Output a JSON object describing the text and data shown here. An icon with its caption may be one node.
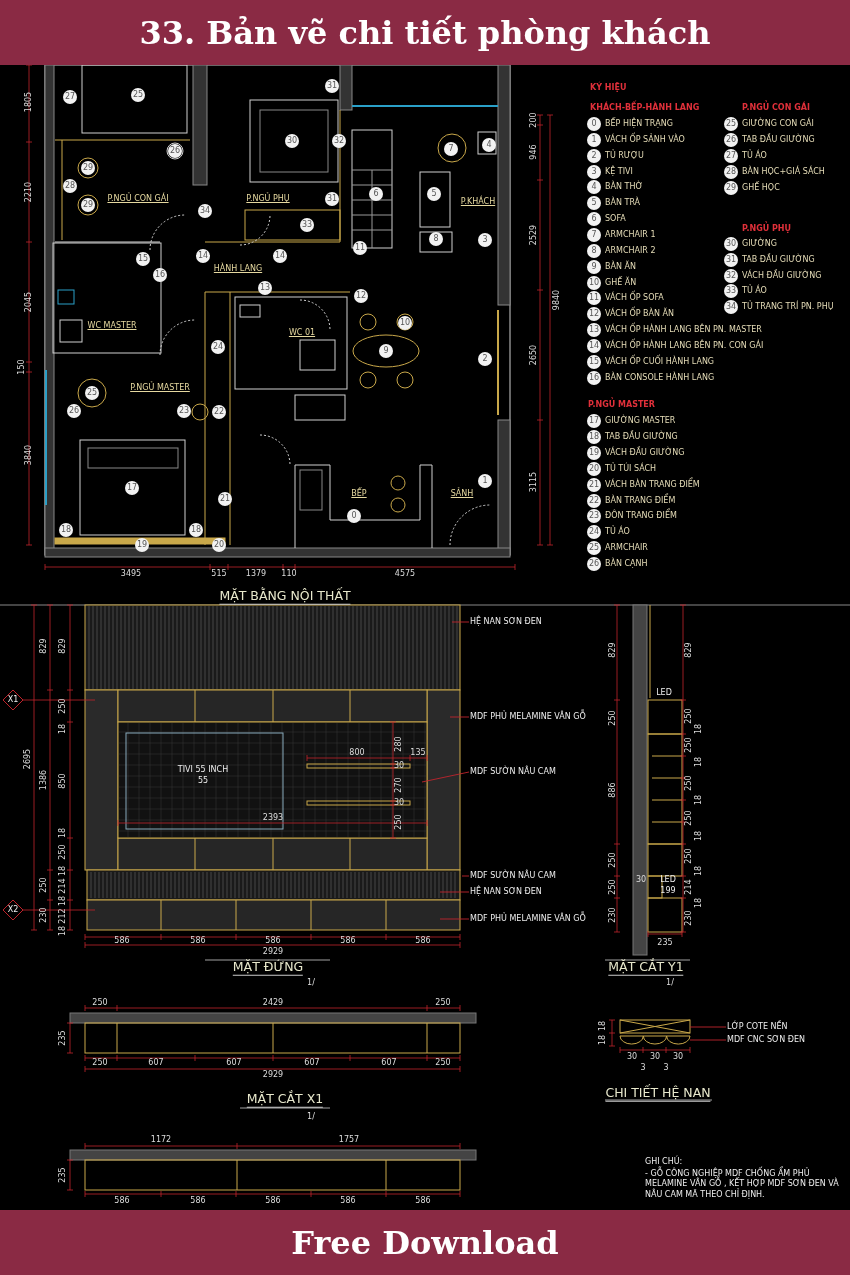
{
  "diagram": {
    "title": "33. Bản vẽ chi tiết phòng khách",
    "caption": "Free Download",
    "nodes": [
      {
        "text": [
          "31"
        ]
      },
      {
        "text": [
          "25"
        ]
      },
      {
        "text": [
          "27"
        ]
      },
      {
        "text": [
          "30"
        ]
      },
      {
        "text": [
          "32"
        ]
      },
      {
        "text": [
          "4"
        ]
      },
      {
        "text": [
          "7"
        ]
      },
      {
        "text": [
          "26"
        ]
      },
      {
        "text": [
          "29"
        ]
      },
      {
        "text": [
          "28"
        ]
      },
      {
        "text": [
          "6"
        ]
      },
      {
        "text": [
          "5"
        ]
      },
      {
        "text": [
          "31"
        ]
      },
      {
        "text": [
          "29"
        ]
      },
      {
        "text": [
          "34"
        ]
      },
      {
        "text": [
          "33"
        ]
      },
      {
        "text": [
          "8"
        ]
      },
      {
        "text": [
          "3"
        ]
      },
      {
        "text": [
          "11"
        ]
      },
      {
        "text": [
          "14"
        ]
      },
      {
        "text": [
          "14"
        ]
      },
      {
        "text": [
          "15"
        ]
      },
      {
        "text": [
          "16"
        ]
      },
      {
        "text": [
          "13"
        ]
      },
      {
        "text": [
          "12"
        ]
      },
      {
        "text": [
          "10"
        ]
      },
      {
        "text": [
          "24"
        ]
      },
      {
        "text": [
          "9"
        ]
      },
      {
        "text": [
          "2"
        ]
      },
      {
        "text": [
          "25"
        ]
      },
      {
        "text": [
          "26"
        ]
      },
      {
        "text": [
          "23"
        ]
      },
      {
        "text": [
          "22"
        ]
      },
      {
        "text": [
          "1"
        ]
      },
      {
        "text": [
          "17"
        ]
      },
      {
        "text": [
          "21"
        ]
      },
      {
        "text": [
          "0"
        ]
      },
      {
        "text": [
          "18"
        ]
      },
      {
        "text": [
          "18"
        ]
      },
      {
        "text": [
          "19"
        ]
      },
      {
        "text": [
          "20"
        ]
      },
      {
        "text": [
          "0"
        ],
        "beside": [
          "BẾP HIỆN TRẠNG"
        ]
      },
      {
        "text": [
          "1"
        ],
        "beside": [
          "VÁCH ỐP SẢNH VÀO"
        ]
      },
      {
        "text": [
          "2"
        ],
        "beside": [
          "TỦ RƯỢU"
        ]
      },
      {
        "text": [
          "3"
        ],
        "beside": [
          "KỆ TIVI"
        ]
      },
      {
        "text": [
          "4"
        ],
        "beside": [
          "BÀN THỜ"
        ]
      },
      {
        "text": [
          "5"
        ],
        "beside": [
          "BÀN TRÀ"
        ]
      },
      {
        "text": [
          "6"
        ],
        "beside": [
          "SOFA"
        ]
      },
      {
        "text": [
          "7"
        ],
        "beside": [
          "ARMCHAIR 1"
        ]
      },
      {
        "text": [
          "8"
        ],
        "beside": [
          "ARMCHAIR 2"
        ]
      },
      {
        "text": [
          "9"
        ],
        "beside": [
          "BÀN ĂN"
        ]
      },
      {
        "text": [
          "10"
        ],
        "beside": [
          "GHẾ ĂN"
        ]
      },
      {
        "text": [
          "11"
        ],
        "beside": [
          "VÁCH ỐP SOFA"
        ]
      },
      {
        "text": [
          "12"
        ],
        "beside": [
          "VÁCH ỐP BÀN ĂN"
        ]
      },
      {
        "text": [
          "13"
        ],
        "beside": [
          "VÁCH ỐP HÀNH LANG BÊN PN. MASTER"
        ]
      },
      {
        "text": [
          "14"
        ],
        "beside": [
          "VÁCH ỐP HÀNH LANG BÊN PN. CON GÁI"
        ]
      },
      {
        "text": [
          "15"
        ],
        "beside": [
          "VÁCH ỐP CUỐI HÀNH LANG"
        ]
      },
      {
        "text": [
          "16"
        ],
        "beside": [
          "BÀN CONSOLE HÀNH LANG"
        ]
      },
      {
        "text": [
          "17"
        ],
        "beside": [
          "GIƯỜNG MASTER"
        ]
      },
      {
        "text": [
          "18"
        ],
        "beside": [
          "TAB ĐẦU GIƯỜNG"
        ]
      },
      {
        "text": [
          "19"
        ],
        "beside": [
          "VÁCH ĐẦU GIƯỜNG"
        ]
      },
      {
        "text": [
          "20"
        ],
        "beside": [
          "TỦ TÚI SÁCH"
        ]
      },
      {
        "text": [
          "21"
        ],
        "beside": [
          "VÁCH BÀN TRANG ĐIỂM"
        ]
      },
      {
        "text": [
          "22"
        ],
        "beside": [
          "BÀN TRANG ĐIỂM"
        ]
      },
      {
        "text": [
          "23"
        ],
        "beside": [
          "ĐÔN TRANG ĐIỂM"
        ]
      },
      {
        "text": [
          "24"
        ],
        "beside": [
          "TỦ ÁO"
        ]
      },
      {
        "text": [
          "25"
        ],
        "beside": [
          "ARMCHAIR"
        ]
      },
      {
        "text": [
          "26"
        ],
        "beside": [
          "BÀN CẠNH"
        ]
      },
      {
        "text": [
          "25"
        ],
        "beside": [
          "GIƯỜNG CON GÁI"
        ]
      },
      {
        "text": [
          "26"
        ],
        "beside": [
          "TAB ĐẦU GIƯỜNG"
        ]
      },
      {
        "text": [
          "27"
        ],
        "beside": [
          "TỦ ÁO"
        ]
      },
      {
        "text": [
          "28"
        ],
        "beside": [
          "BÀN HỌC+GIÁ SÁCH"
        ]
      },
      {
        "text": [
          "29"
        ],
        "beside": [
          "GHẾ HỌC"
        ]
      },
      {
        "text": [
          "30"
        ],
        "beside": [
          "GIƯỜNG"
        ]
      },
      {
        "text": [
          "31"
        ],
        "beside": [
          "TAB ĐẦU GIƯỜNG"
        ]
      },
      {
        "text": [
          "32"
        ],
        "beside": [
          "VÁCH ĐẦU GIƯỜNG"
        ]
      },
      {
        "text": [
          "33"
        ],
        "beside": [
          "TỦ ÁO"
        ]
      },
      {
        "text": [
          "34"
        ],
        "beside": [
          "TỦ TRANG TRÍ PN. PHỤ"
        ]
      },
      {
        "text": [
          "HỆ NAN SƠN ĐEN"
        ]
      },
      {
        "text": [
          "MDF PHỦ MELAMINE VÂN GỖ"
        ]
      },
      {
        "text": [
          "MDF SƯỜN NÂU CAM"
        ]
      },
      {
        "text": [
          "MDF SƯỜN NÂU CAM"
        ]
      },
      {
        "text": [
          "HỆ NAN SƠN ĐEN"
        ]
      },
      {
        "text": [
          "MDF PHỦ MELAMINE VÂN GỖ"
        ]
      },
      {
        "text": [
          "LỚP COTE NỀN"
        ]
      },
      {
        "text": [
          "MDF CNC SƠN ĐEN"
        ]
      }
    ],
    "edges": [
      {
        "from": 78,
        "to": null,
        "arrow": "none"
      },
      {
        "from": 79,
        "to": null,
        "arrow": "none"
      },
      {
        "from": 80,
        "to": null,
        "arrow": "none"
      },
      {
        "from": 81,
        "to": null,
        "arrow": "none"
      },
      {
        "from": 82,
        "to": null,
        "arrow": "none"
      },
      {
        "from": 83,
        "to": null,
        "arrow": "none"
      },
      {
        "from": 84,
        "to": null,
        "arrow": "none"
      },
      {
        "from": 85,
        "to": null,
        "arrow": "none"
      }
    ],
    "labels": [
      "P.NGỦ CON GÁI",
      "P.NGỦ PHỤ",
      "P.KHÁCH",
      "HÀNH LANG",
      "WC MASTER",
      "WC 01",
      "P.NGỦ MASTER",
      "BẾP",
      "SẢNH",
      "1805",
      "2210",
      "2045",
      "150",
      "3840",
      "200",
      "946",
      "2529",
      "9840",
      "2650",
      "3115",
      "3495",
      "515",
      "1379",
      "110",
      "4575",
      "MẶT BẰNG NỘI THẤT",
      "KÝ HIỆU",
      "KHÁCH-BẾP-HÀNH LANG",
      "P.NGỦ CON GÁI",
      "P.NGỦ PHỤ",
      "P.NGỦ MASTER",
      "X1",
      "X2",
      "2695",
      "829",
      "1386",
      "250",
      "230",
      "829",
      "250",
      "18",
      "850",
      "18",
      "250",
      "18",
      "214",
      "18",
      "212",
      "18",
      "TIVI 55 INCH",
      "55",
      "800",
      "135",
      "280",
      "30",
      "270",
      "30",
      "250",
      "2393",
      "586",
      "586",
      "586",
      "586",
      "586",
      "2929",
      "MẶT ĐỨNG",
      "1/",
      "829",
      "250",
      "886",
      "250",
      "250",
      "230",
      "829",
      "250",
      "18",
      "250",
      "18",
      "250",
      "18",
      "250",
      "18",
      "250",
      "18",
      "214",
      "18",
      "230",
      "LED",
      "30",
      "LED",
      "199",
      "235",
      "MẶT CẮT Y1",
      "1/",
      "250",
      "2429",
      "250",
      "235",
      "250",
      "607",
      "607",
      "607",
      "607",
      "250",
      "2929",
      "MẶT CẮT X1",
      "1/",
      "1172",
      "1757",
      "235",
      "586",
      "586",
      "586",
      "586",
      "586",
      "18",
      "18",
      "30",
      "30",
      "30",
      "3",
      "3",
      "CHI TIẾT HỆ NAN",
      "GHI CHÚ:",
      "- GỖ CÔNG NGHIỆP MDF CHỐNG ẨM PHỦ MELAMINE VÂN GỖ , KẾT HỢP MDF SƠN ĐEN VÀ NÂU CAM MÃ THEO CHỈ ĐỊNH."
    ]
  }
}
